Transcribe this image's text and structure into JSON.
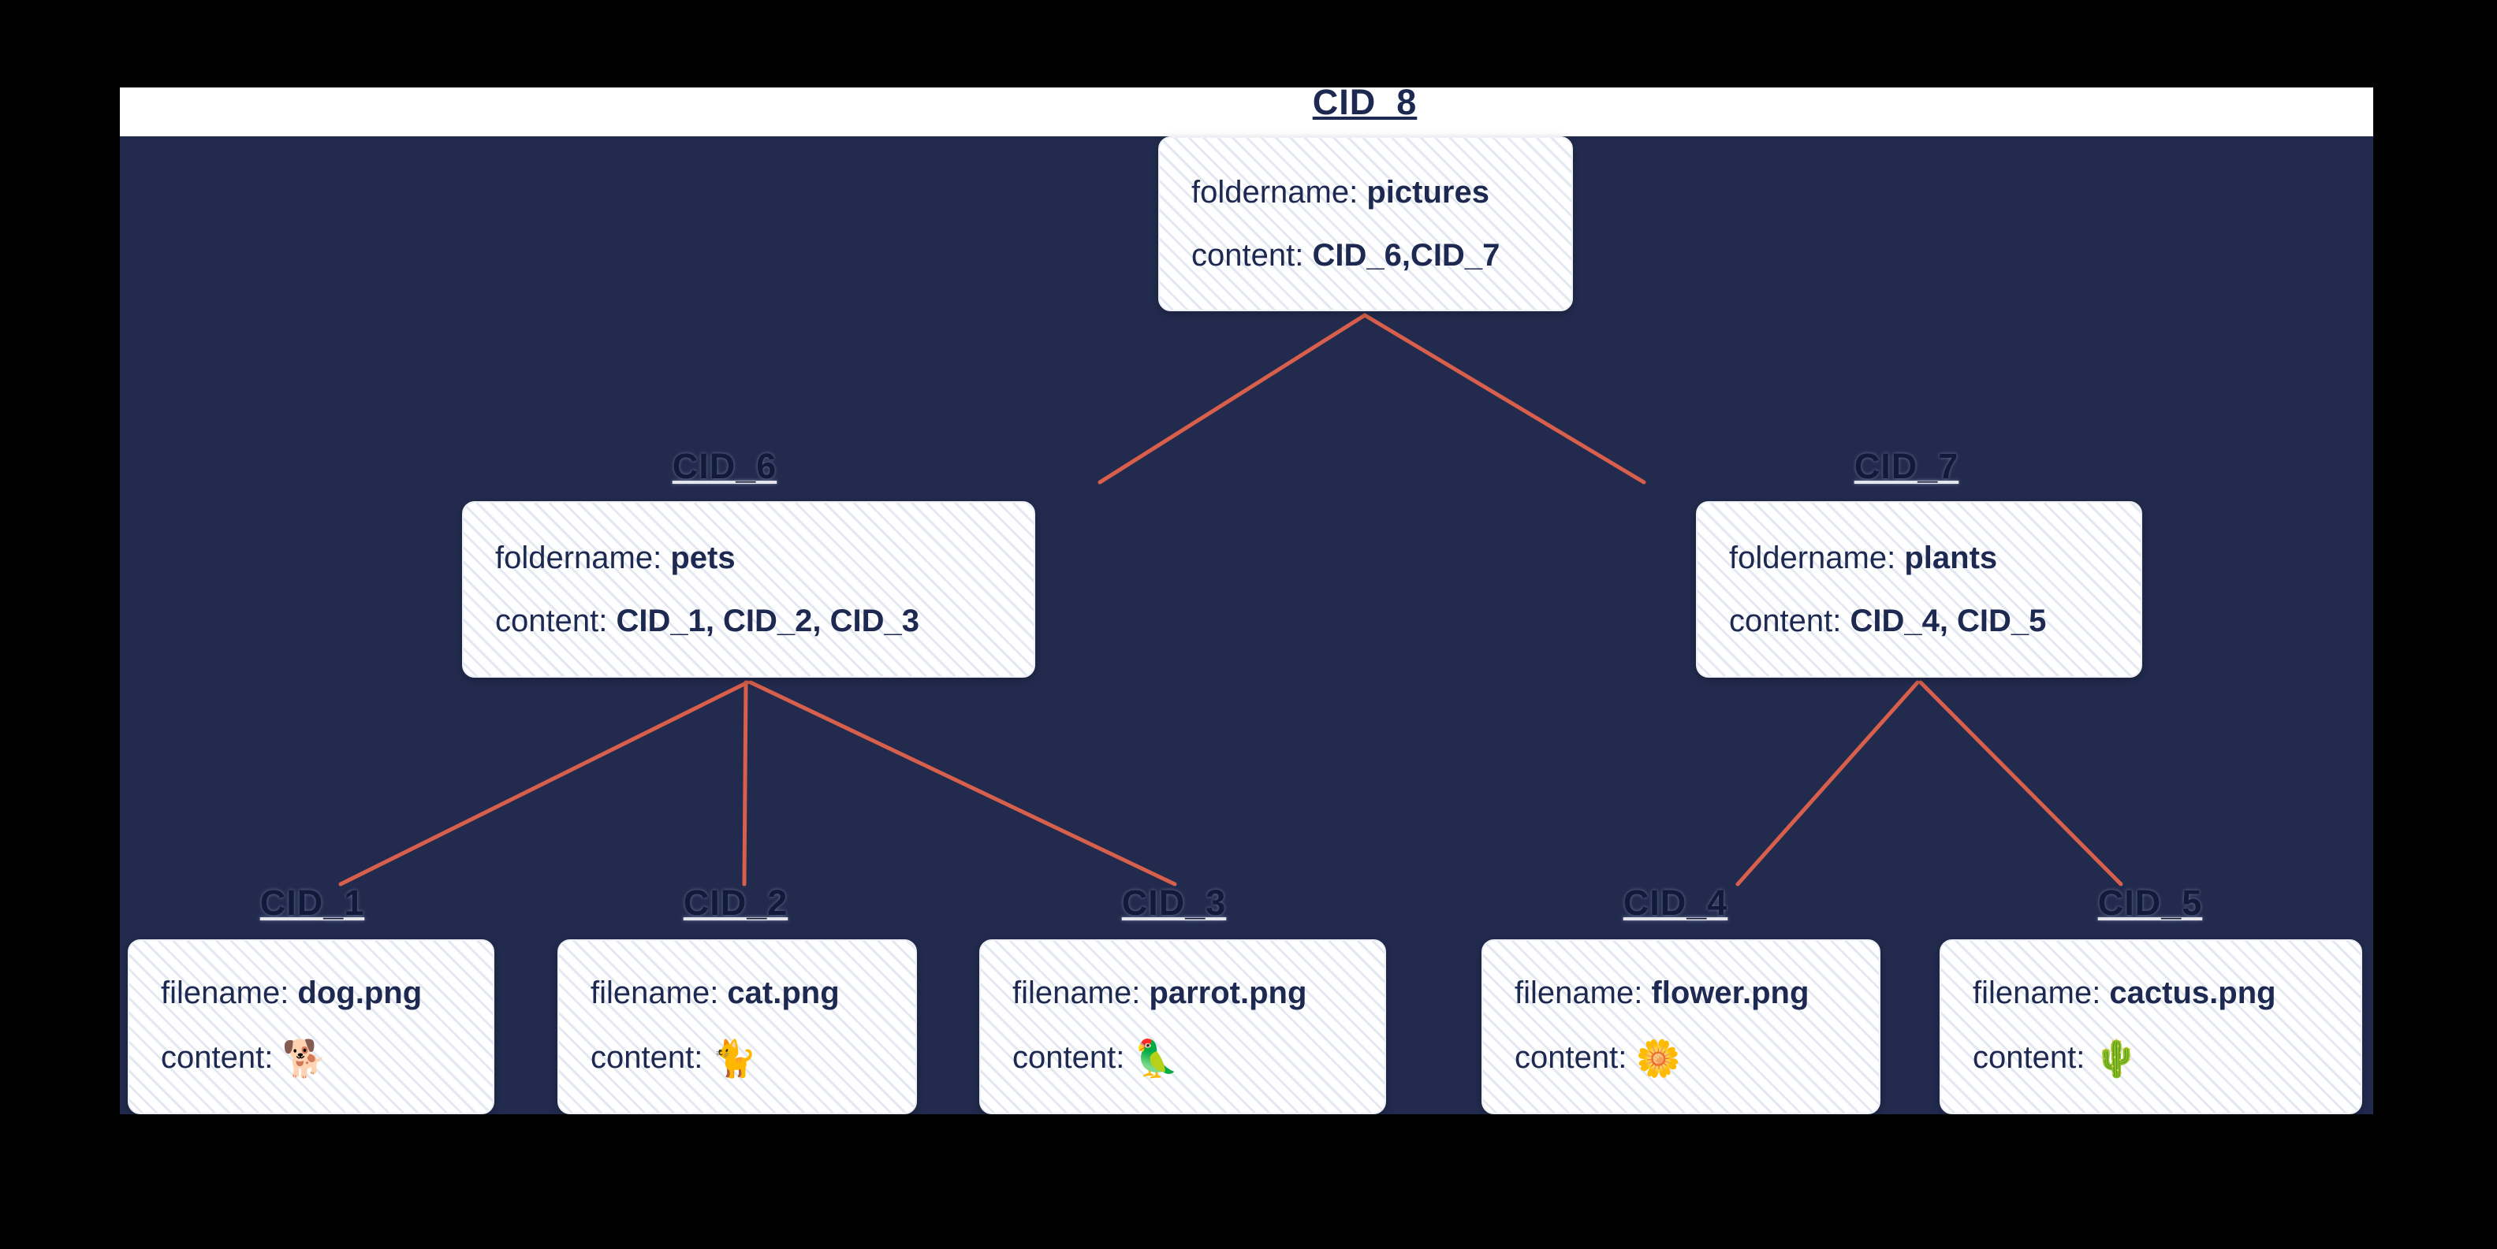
{
  "colors": {
    "canvas-bg": "#000000",
    "panel-bg": "#222b4e",
    "strip-bg": "#ffffff",
    "edge": "#d75f4b",
    "box-text": "#1d2950",
    "hatch": "#e4e8f0"
  },
  "nodes": {
    "root": {
      "cid": "CID_8",
      "rows": [
        {
          "key": "foldername: ",
          "value": "pictures"
        },
        {
          "key": "content: ",
          "value": "CID_6,CID_7"
        }
      ]
    },
    "pets": {
      "cid": "CID_6",
      "rows": [
        {
          "key": "foldername: ",
          "value": "pets"
        },
        {
          "key": "content: ",
          "value": "CID_1, CID_2, CID_3"
        }
      ]
    },
    "plants": {
      "cid": "CID_7",
      "rows": [
        {
          "key": "foldername: ",
          "value": "plants"
        },
        {
          "key": "content: ",
          "value": "CID_4, CID_5"
        }
      ]
    },
    "dog": {
      "cid": "CID_1",
      "rows": [
        {
          "key": "filename: ",
          "value": "dog.png"
        },
        {
          "key": "content: ",
          "value": "🐕"
        }
      ]
    },
    "cat": {
      "cid": "CID_2",
      "rows": [
        {
          "key": "filename: ",
          "value": "cat.png"
        },
        {
          "key": "content: ",
          "value": "🐈"
        }
      ]
    },
    "parrot": {
      "cid": "CID_3",
      "rows": [
        {
          "key": "filename: ",
          "value": "parrot.png"
        },
        {
          "key": "content: ",
          "value": "🦜"
        }
      ]
    },
    "flower": {
      "cid": "CID_4",
      "rows": [
        {
          "key": "filename: ",
          "value": "flower.png"
        },
        {
          "key": "content: ",
          "value": "🌼"
        }
      ]
    },
    "cactus": {
      "cid": "CID_5",
      "rows": [
        {
          "key": "filename: ",
          "value": "cactus.png"
        },
        {
          "key": "content: ",
          "value": "🌵"
        }
      ]
    }
  }
}
